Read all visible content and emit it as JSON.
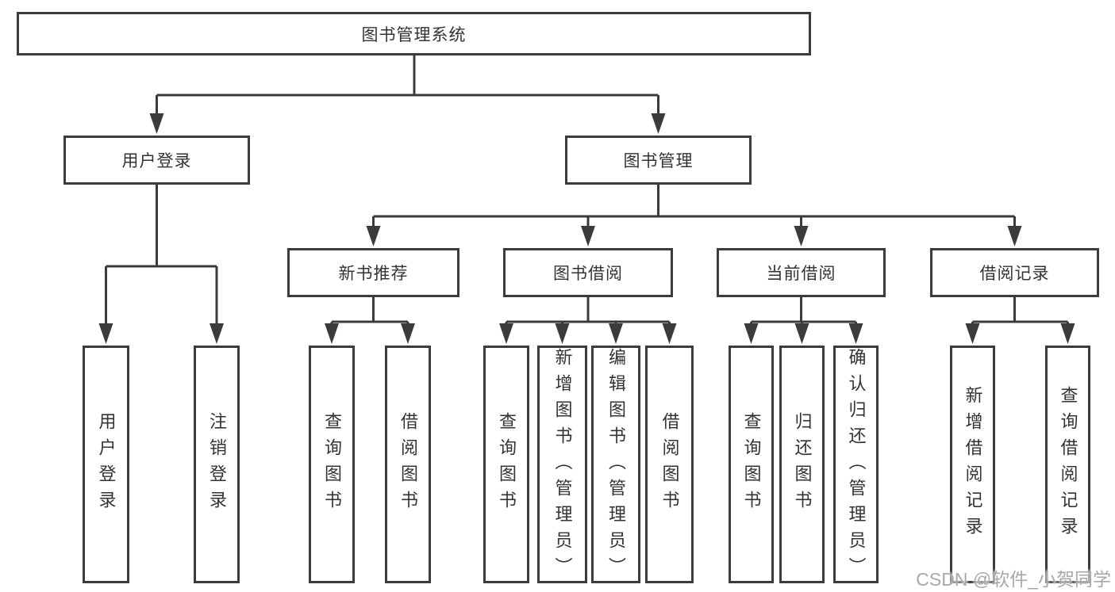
{
  "diagram_title": "图书管理系统",
  "colors": {
    "line": "#3b3b3b",
    "text": "#333333",
    "watermark": "#a8a8a8",
    "background": "#ffffff"
  },
  "watermark": {
    "text": "CSDN @软件_小贺同学"
  },
  "nodes": [
    {
      "id": "root",
      "label": "图书管理系统"
    },
    {
      "id": "user-login-group",
      "label": "用户登录"
    },
    {
      "id": "book-management",
      "label": "图书管理"
    },
    {
      "id": "new-book-recommend",
      "label": "新书推荐"
    },
    {
      "id": "book-borrow",
      "label": "图书借阅"
    },
    {
      "id": "current-borrow",
      "label": "当前借阅"
    },
    {
      "id": "borrow-records",
      "label": "借阅记录"
    },
    {
      "id": "user-login",
      "label": "用户登录"
    },
    {
      "id": "logout",
      "label": "注销登录"
    },
    {
      "id": "query-books-a",
      "label": "查询图书"
    },
    {
      "id": "borrow-books-a",
      "label": "借阅图书"
    },
    {
      "id": "query-books-b",
      "label": "查询图书"
    },
    {
      "id": "add-books-admin",
      "label": "新增图书（管理员）"
    },
    {
      "id": "edit-books-admin",
      "label": "编辑图书（管理员）"
    },
    {
      "id": "borrow-books-b",
      "label": "借阅图书"
    },
    {
      "id": "query-books-c",
      "label": "查询图书"
    },
    {
      "id": "return-books",
      "label": "归还图书"
    },
    {
      "id": "confirm-return-admin",
      "label": "确认归还（管理员）"
    },
    {
      "id": "add-borrow-record",
      "label": "新增借阅记录"
    },
    {
      "id": "query-borrow-record",
      "label": "查询借阅记录"
    }
  ],
  "edges": [
    [
      "root",
      "user-login-group"
    ],
    [
      "root",
      "book-management"
    ],
    [
      "user-login-group",
      "user-login"
    ],
    [
      "user-login-group",
      "logout"
    ],
    [
      "book-management",
      "new-book-recommend"
    ],
    [
      "book-management",
      "book-borrow"
    ],
    [
      "book-management",
      "current-borrow"
    ],
    [
      "book-management",
      "borrow-records"
    ],
    [
      "new-book-recommend",
      "query-books-a"
    ],
    [
      "new-book-recommend",
      "borrow-books-a"
    ],
    [
      "book-borrow",
      "query-books-b"
    ],
    [
      "book-borrow",
      "add-books-admin"
    ],
    [
      "book-borrow",
      "edit-books-admin"
    ],
    [
      "book-borrow",
      "borrow-books-b"
    ],
    [
      "current-borrow",
      "query-books-c"
    ],
    [
      "current-borrow",
      "return-books"
    ],
    [
      "current-borrow",
      "confirm-return-admin"
    ],
    [
      "borrow-records",
      "add-borrow-record"
    ],
    [
      "borrow-records",
      "query-borrow-record"
    ]
  ]
}
